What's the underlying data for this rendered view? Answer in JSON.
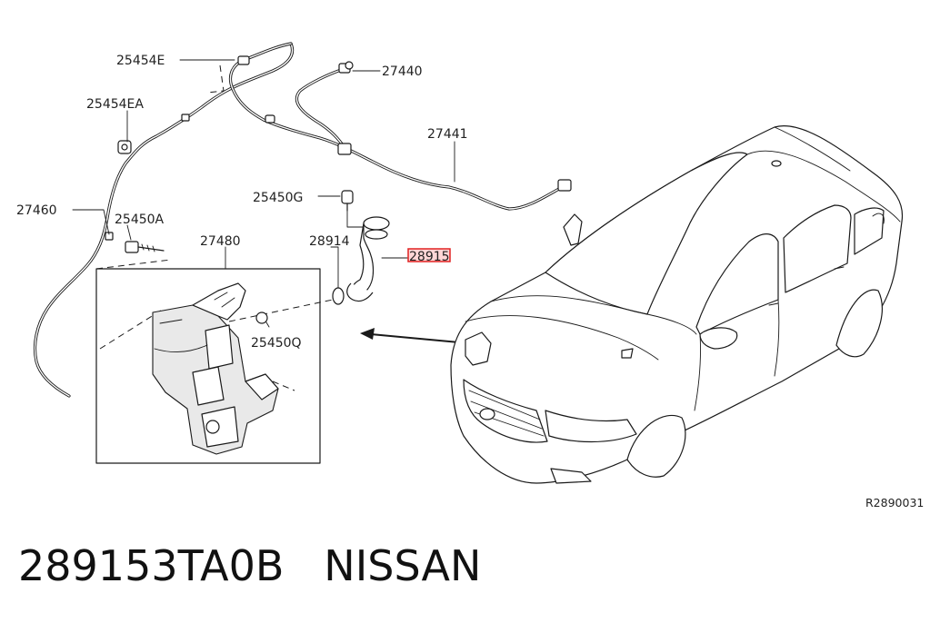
{
  "callouts": {
    "c25454E": "25454E",
    "c27440": "27440",
    "c25454EA": "25454EA",
    "c27441": "27441",
    "c27460": "27460",
    "c25450G": "25450G",
    "c25450A": "25450A",
    "c27480": "27480",
    "c28914": "28914",
    "c28915": "28915",
    "c25450Q": "25450Q"
  },
  "reference_code": "R2890031",
  "caption": {
    "part_number": "289153TA0B",
    "brand": "NISSAN"
  },
  "colors": {
    "line": "#1a1a1a",
    "highlight_box": "#e02020"
  }
}
